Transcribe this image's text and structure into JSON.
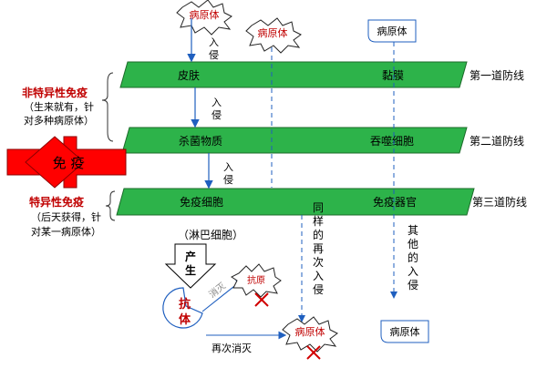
{
  "lines": [
    {
      "left": "皮肤",
      "right": "黏膜",
      "tag": "第一道防线"
    },
    {
      "left": "杀菌物质",
      "right": "吞噬细胞",
      "tag": "第二道防线"
    },
    {
      "left": "免疫细胞",
      "right": "免疫器官",
      "tag": "第三道防线"
    }
  ],
  "nonspecific": {
    "title": "非特异性免疫",
    "desc_1": "（生来就有，针",
    "desc_2": "对多种病原体）"
  },
  "specific": {
    "title": "特异性免疫",
    "desc_1": "（后天获得，针",
    "desc_2": "对某一病原体）"
  },
  "immunity_label": "免  疫",
  "pathogen": "病原体",
  "invade": [
    "入",
    "侵"
  ],
  "lymph": "（淋巴细胞）",
  "produce": [
    "产",
    "生"
  ],
  "antibody": [
    "抗",
    "体"
  ],
  "eliminate": "消灭",
  "eliminate_again": "再次消灭",
  "reinvade": [
    "同",
    "样",
    "的",
    "再",
    "次",
    "入",
    "侵"
  ],
  "other_invade": [
    "其",
    "他",
    "的",
    "入",
    "侵"
  ],
  "antigen_small": "抗原",
  "colors": {
    "band": "#2db34a",
    "band_stroke": "#1c6b2a",
    "immune_red": "#ff0000",
    "arrow_blue": "#1f5fbf",
    "title_red": "#c00000",
    "x_red": "#d00000"
  }
}
